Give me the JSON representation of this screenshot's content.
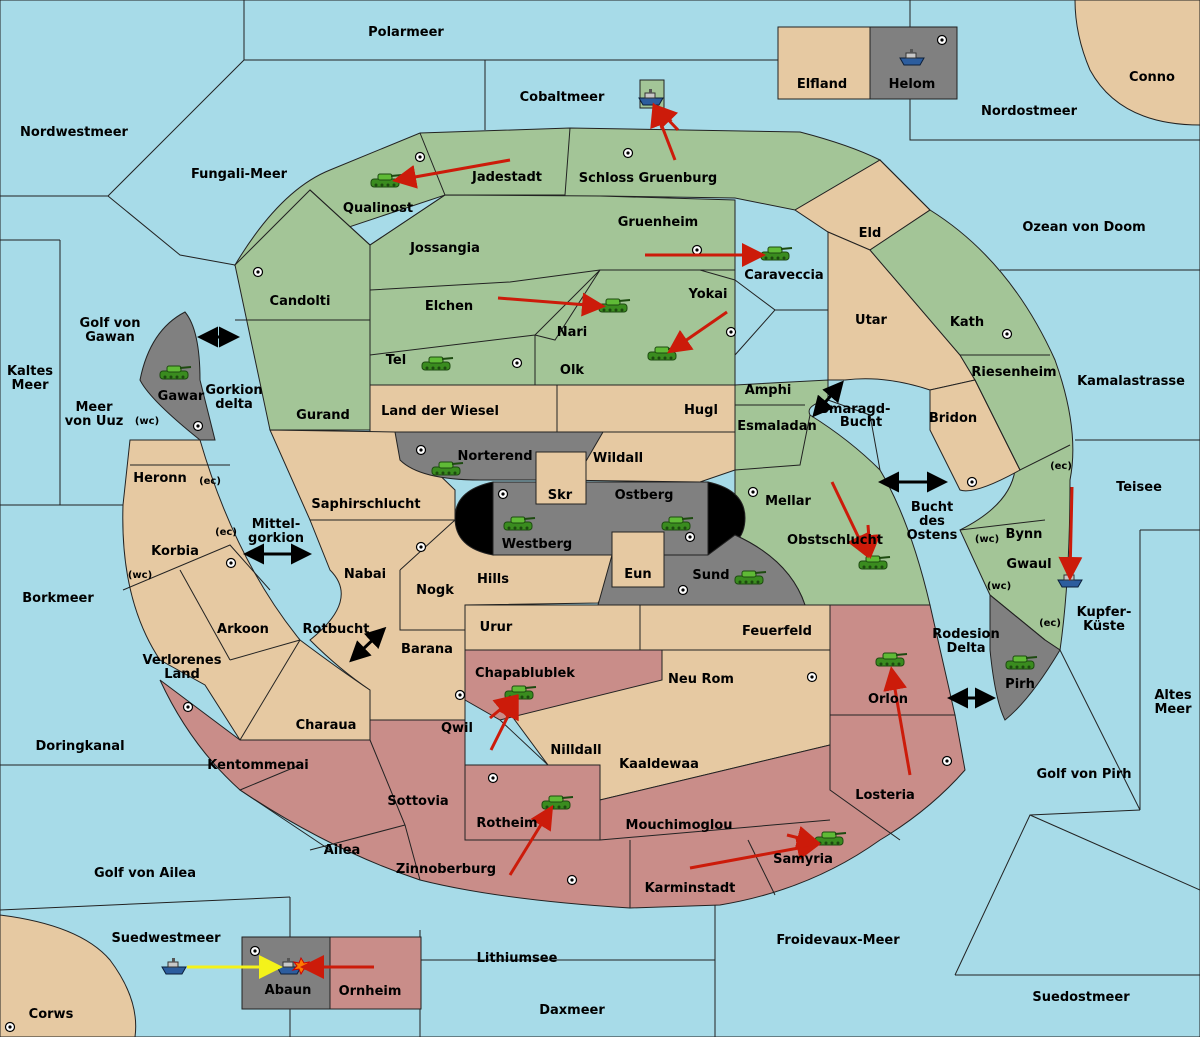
{
  "map": {
    "colors": {
      "sea": "#a7dbe8",
      "green_power": "#a3c597",
      "neutral": "#e6c9a2",
      "red_power": "#c98d89",
      "grey_power": "#808080",
      "black": "#000000",
      "order_arrow": "#cc1b0a",
      "support_arrow": "#f4f21a"
    },
    "labels": {
      "polarmeer": "Polarmeer",
      "cobaltmeer": "Cobaltmeer",
      "elfland": "Elfland",
      "helom": "Helom",
      "conno": "Conno",
      "nordostmeer": "Nordostmeer",
      "nordwestmeer": "Nordwestmeer",
      "fungali_meer": "Fungali-Meer",
      "jadestadt": "Jadestadt",
      "schloss_gruenburg": "Schloss Gruenburg",
      "qualinost": "Qualinost",
      "gruenheim": "Gruenheim",
      "eld": "Eld",
      "ozean_von_doom": "Ozean von Doom",
      "jossangia": "Jossangia",
      "caraveccia": "Caraveccia",
      "candolti": "Candolti",
      "elchen": "Elchen",
      "yokai": "Yokai",
      "utar": "Utar",
      "kath": "Kath",
      "golf_von_gawan_1": "Golf von",
      "golf_von_gawan_2": "Gawan",
      "nari": "Nari",
      "tel": "Tel",
      "olk": "Olk",
      "amphi": "Amphi",
      "riesenheim": "Riesenheim",
      "kamalastrasse": "Kamalastrasse",
      "kaltes_meer_1": "Kaltes",
      "kaltes_meer_2": "Meer",
      "gawar": "Gawar",
      "gorkion_delta_1": "Gorkion",
      "gorkion_delta_2": "delta",
      "meer_von_uuz_1": "Meer",
      "meer_von_uuz_2": "von Uuz",
      "gurand": "Gurand",
      "land_der_wiesel": "Land der Wiesel",
      "hugl": "Hugl",
      "smaragd_bucht_1": "Smaragd-",
      "smaragd_bucht_2": "Bucht",
      "bridon": "Bridon",
      "esmaladan": "Esmaladan",
      "heronn": "Heronn",
      "norterend": "Norterend",
      "wildall": "Wildall",
      "teisee": "Teisee",
      "saphirschlucht": "Saphirschlucht",
      "skr": "Skr",
      "ostberg": "Ostberg",
      "mellar": "Mellar",
      "bucht_des_ostens_1": "Bucht",
      "bucht_des_ostens_2": "des",
      "bucht_des_ostens_3": "Ostens",
      "bynn": "Bynn",
      "mittelgorkion_1": "Mittel-",
      "mittelgorkion_2": "gorkion",
      "westberg": "Westberg",
      "obstschlucht": "Obstschlucht",
      "gwaul": "Gwaul",
      "korbia": "Korbia",
      "nabai": "Nabai",
      "hills": "Hills",
      "eun": "Eun",
      "sund": "Sund",
      "kupferkueste_1": "Kupfer-",
      "kupferkueste_2": "Küste",
      "borkmeer": "Borkmeer",
      "nogk": "Nogk",
      "arkoon": "Arkoon",
      "rotbucht": "Rotbucht",
      "urur": "Urur",
      "feuerfeld": "Feuerfeld",
      "rodesion_delta_1": "Rodesion",
      "rodesion_delta_2": "Delta",
      "verlorenes_land_1": "Verlorenes",
      "verlorenes_land_2": "Land",
      "barana": "Barana",
      "chapablublek": "Chapablublek",
      "neu_rom": "Neu Rom",
      "orlon": "Orlon",
      "pirh": "Pirh",
      "altes_meer_1": "Altes",
      "altes_meer_2": "Meer",
      "charaua": "Charaua",
      "qwil": "Qwil",
      "nilldall": "Nilldall",
      "doringkanal": "Doringkanal",
      "kentommenai": "Kentommenai",
      "kaaldewaa": "Kaaldewaa",
      "golf_von_pirh": "Golf von Pirh",
      "losteria": "Losteria",
      "sottovia": "Sottovia",
      "rotheim": "Rotheim",
      "mouchimoglou": "Mouchimoglou",
      "ailea": "Ailea",
      "samyria": "Samyria",
      "zinnoberburg": "Zinnoberburg",
      "golf_von_ailea": "Golf von Ailea",
      "karminstadt": "Karminstadt",
      "suedwestmeer": "Suedwestmeer",
      "froidevaux_meer": "Froidevaux-Meer",
      "lithiumsee": "Lithiumsee",
      "abaun": "Abaun",
      "ornheim": "Ornheim",
      "suedostmeer": "Suedostmeer",
      "corws": "Corws",
      "daxmeer": "Daxmeer",
      "wc": "(wc)",
      "ec": "(ec)"
    },
    "icons": [
      "tank-icon",
      "ship-icon",
      "supply-center-icon",
      "explosion-icon",
      "double-arrow-icon"
    ]
  }
}
